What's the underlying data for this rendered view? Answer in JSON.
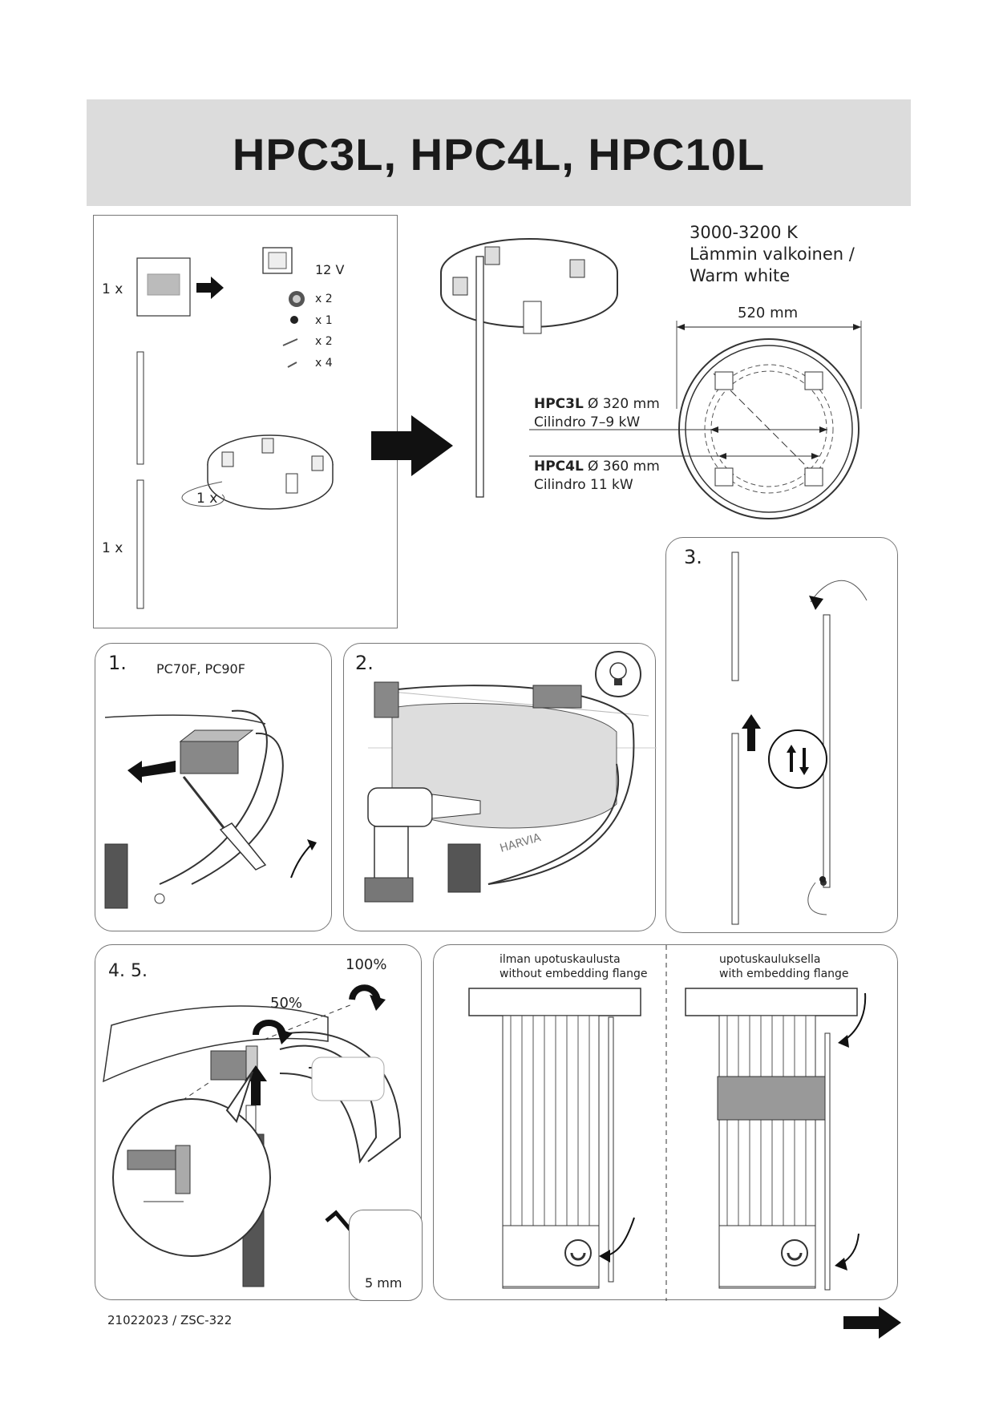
{
  "header": {
    "title": "HPC3L, HPC4L, HPC10L"
  },
  "contents": {
    "qty_panel": "1 x",
    "voltage": "12 V",
    "qty_glands": "x 2",
    "qty_nut": "x 1",
    "qty_screw_long": "x 2",
    "qty_screw_short": "x 4",
    "qty_ring": "1 x",
    "qty_post": "1 x"
  },
  "spec": {
    "color_temp": "3000-3200 K",
    "color_name_fi": "Lämmin valkoinen /",
    "color_name_en": "Warm white",
    "diameter": "520 mm",
    "hpc3l_model": "HPC3L",
    "hpc3l_dim": "Ø 320 mm",
    "hpc3l_cyl": "Cilindro 7–9 kW",
    "hpc4l_model": "HPC4L",
    "hpc4l_dim": "Ø 360 mm",
    "hpc4l_cyl": "Cilindro 11 kW"
  },
  "steps": {
    "s1_num": "1.",
    "s1_models": "PC70F, PC90F",
    "s2_num": "2.",
    "s3_num": "3.",
    "s45_num": "4. 5.",
    "s45_full": "100%",
    "s45_half": "50%",
    "s45_tool": "5  mm",
    "flange_without_fi": "ilman upotuskaulusta",
    "flange_without_en": "without embedding flange",
    "flange_with_fi": "upotuskauluksella",
    "flange_with_en": "with embedding flange",
    "heater_brand": "HARVIA"
  },
  "footer": {
    "doc_code": "21022023 / ZSC-322"
  },
  "icons": [
    "right-arrow-icon",
    "lightbulb-icon",
    "rotate-arrow-icon",
    "up-arrow-icon",
    "updown-arrows-icon",
    "hex-key-icon",
    "magnet-icon",
    "next-page-arrow-icon"
  ]
}
